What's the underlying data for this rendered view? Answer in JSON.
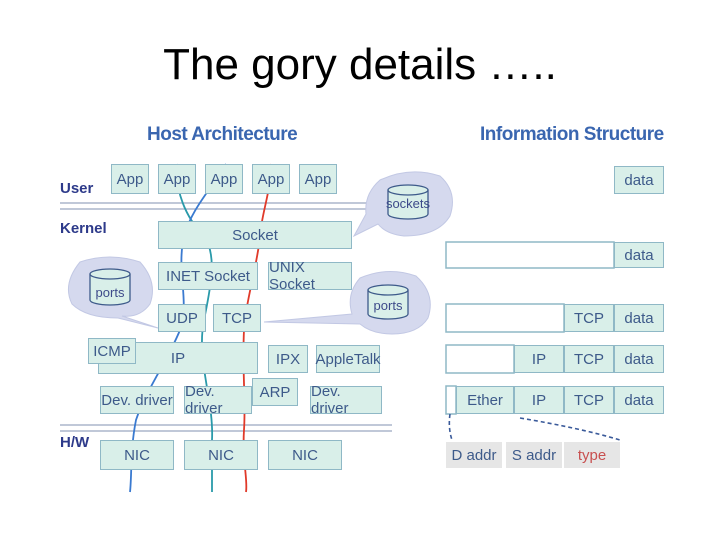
{
  "slide": {
    "title": "The gory details ….."
  },
  "headers": {
    "host": "Host Architecture",
    "info": "Information Structure"
  },
  "levels": {
    "user": "User",
    "kernel": "Kernel",
    "hw": "H/W"
  },
  "host": {
    "apps": [
      "App",
      "App",
      "App",
      "App",
      "App"
    ],
    "socket": "Socket",
    "inet_socket": "INET Socket",
    "unix_socket": "UNIX Socket",
    "udp": "UDP",
    "tcp": "TCP",
    "icmp": "ICMP",
    "ip": "IP",
    "ipx": "IPX",
    "appletalk": "AppleTalk",
    "arp": "ARP",
    "dev_drivers": [
      "Dev. driver",
      "Dev. driver",
      "Dev. driver"
    ],
    "nics": [
      "NIC",
      "NIC",
      "NIC"
    ]
  },
  "bubbles": {
    "sockets": "sockets",
    "ports_left": "ports",
    "ports_right": "ports"
  },
  "info": {
    "data": "data",
    "tcp": "TCP",
    "ip": "IP",
    "ether": "Ether",
    "addr": {
      "daddr": "D addr",
      "saddr": "S addr",
      "type": "type"
    }
  },
  "colors": {
    "box_fill": "#d9efe9",
    "box_border": "#8fb8c6",
    "header": "#3a66b0",
    "level": "#2d3a8a",
    "path_red": "#e03a2a",
    "path_teal": "#2a9aaa",
    "path_blue": "#3a7ad0"
  }
}
